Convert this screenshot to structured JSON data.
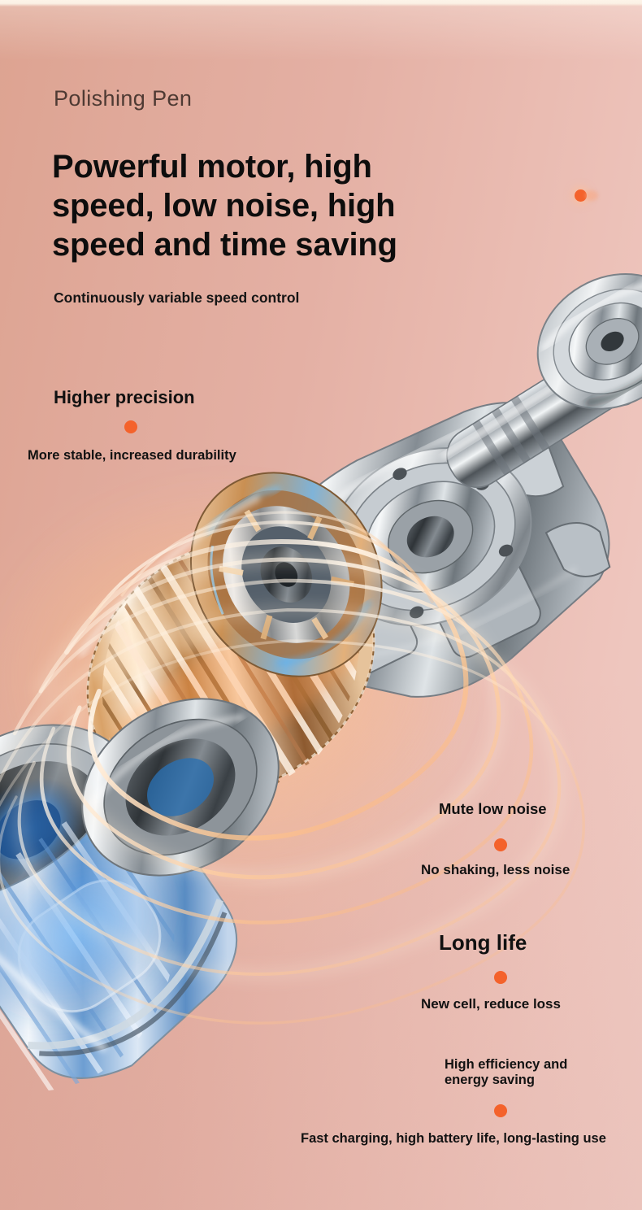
{
  "meta": {
    "background_left": "#dda391",
    "background_right": "#f0cbc4",
    "accent_dot": "#f4622b",
    "heading_color": "#0d0d0d",
    "eyebrow_color": "#4e3a33"
  },
  "header": {
    "eyebrow": "Polishing Pen",
    "headline_lines": [
      "Powerful motor, high",
      "speed, low noise, high",
      "speed and time saving"
    ],
    "subline": "Continuously variable speed control"
  },
  "annotations": [
    {
      "id": "precision",
      "title": "Higher precision",
      "subtitle": "More stable, increased durability"
    },
    {
      "id": "mute",
      "title": "Mute low noise",
      "subtitle": "No shaking, less noise"
    },
    {
      "id": "long-life",
      "title": "Long life",
      "subtitle": "New cell, reduce loss"
    },
    {
      "id": "efficiency",
      "title": "High efficiency and energy saving",
      "subtitle": "Fast charging, high battery life, long-lasting use"
    }
  ],
  "product": {
    "name": "exploded-brushless-motor-assembly",
    "parts": [
      "chrome-bearing-cap",
      "polished-drive-shaft",
      "machined-rotor-housing",
      "copper-wound-stator",
      "blue-lithium-battery-cell"
    ],
    "effects": [
      "orange-light-swirls",
      "blue-inner-glow"
    ]
  }
}
